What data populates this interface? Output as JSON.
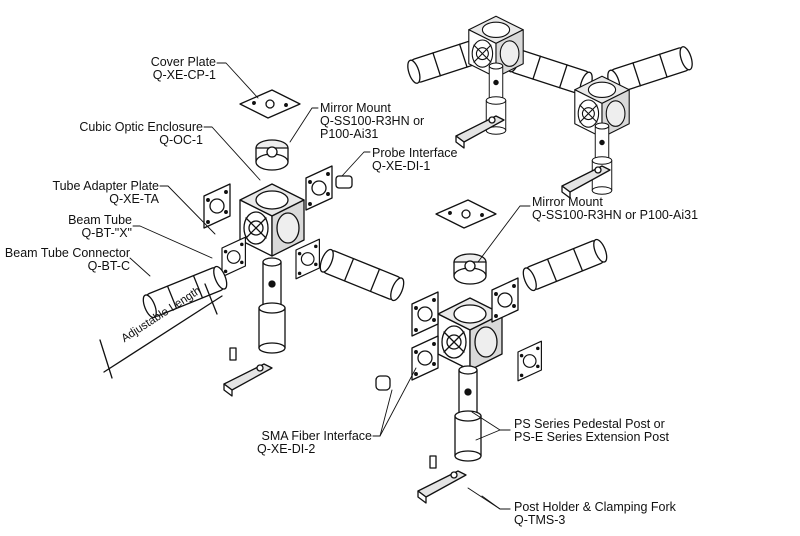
{
  "labels": {
    "cover_plate": {
      "name": "Cover Plate",
      "part": "Q-XE-CP-1"
    },
    "mirror_mount_1": {
      "name": "Mirror Mount",
      "part": "Q-SS100-R3HN or",
      "part2": "P100-Ai31"
    },
    "cubic_optic_enclosure": {
      "name": "Cubic Optic Enclosure",
      "part": "Q-OC-1"
    },
    "probe_interface": {
      "name": "Probe Interface",
      "part": "Q-XE-DI-1"
    },
    "tube_adapter_plate": {
      "name": "Tube Adapter Plate",
      "part": "Q-XE-TA"
    },
    "beam_tube": {
      "name": "Beam Tube",
      "part": "Q-BT-\"X\""
    },
    "beam_tube_connector": {
      "name": "Beam Tube Connector",
      "part": "Q-BT-C"
    },
    "mirror_mount_2": {
      "name": "Mirror Mount",
      "part": "Q-SS100-R3HN or P100-Ai31"
    },
    "adjustable_length": "Adjustable Length",
    "sma_fiber_interface": {
      "name": "SMA Fiber Interface",
      "part": "Q-XE-DI-2"
    },
    "pedestal_post": {
      "name": "PS Series Pedestal Post or",
      "part": "PS-E Series Extension Post"
    },
    "post_holder": {
      "name": "Post Holder & Clamping Fork",
      "part": "Q-TMS-3"
    }
  }
}
